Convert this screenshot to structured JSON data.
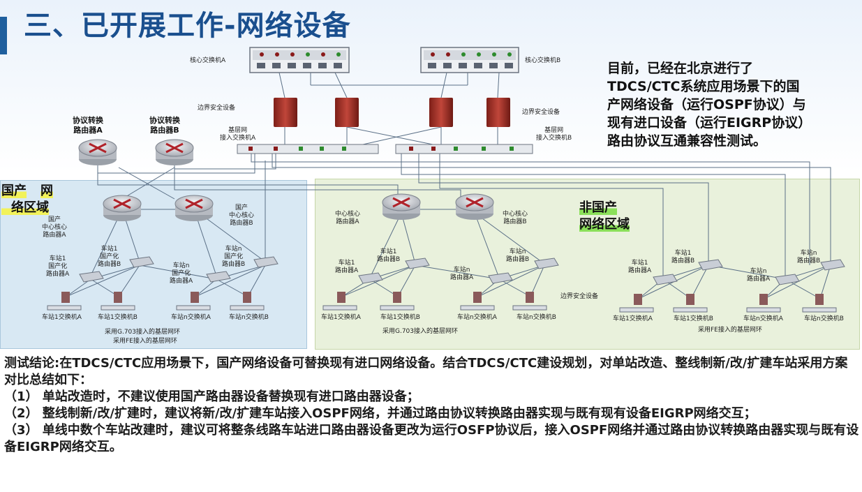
{
  "title": "三、已开展工作-网络设备",
  "note": "目前，已经在北京进行了\nTDCS/CTC系统应用场景下的国\n产网络设备（运行OSPF协议）与\n现有进口设备（运行EIGRP协议）\n路由协议互通兼容性测试。",
  "diagram": {
    "core_switch_a": "核心交换机A",
    "core_switch_b": "核心交换机B",
    "border_security_left": "边界安全设备",
    "border_security_right": "边界安全设备",
    "border_security_lower": "边界安全设备",
    "conv_router_a": "协议转换\n路由器A",
    "conv_router_b": "协议转换\n路由器B",
    "access_switch_a": "基层网\n接入交换机A",
    "access_switch_b": "基层网\n接入交换机B",
    "region_domestic_1": "国产",
    "region_domestic_2": "网",
    "region_domestic_3": "络区域",
    "region_import_1": "非国产",
    "region_import_2": "网络区域",
    "dom_core_a": "国产\n中心核心\n路由器A",
    "dom_core_b": "国产\n中心核心\n路由器B",
    "dom_st1_a": "车站1\n国产化\n路由器A",
    "dom_st1_b": "车站1\n国产化\n路由器B",
    "dom_stn_a": "车站n\n国产化\n路由器A",
    "dom_stn_b": "车站n\n国产化\n路由器B",
    "dom_sw1_a": "车站1交换机A",
    "dom_sw1_b": "车站1交换机B",
    "dom_swn_a": "车站n交换机A",
    "dom_swn_b": "车站n交换机B",
    "dom_ring_1": "采用G.703接入的基层网环",
    "dom_ring_2": "采用FE接入的基层网环",
    "imp_core_a": "中心核心\n路由器A",
    "imp_core_b": "中心核心\n路由器B",
    "imp_st1_a": "车站1\n路由器A",
    "imp_st1_b": "车站1\n路由器B",
    "imp_stn_a": "车站n\n路由器A",
    "imp_stn_b": "车站n\n路由器B",
    "imp_sw1_a": "车站1交换机A",
    "imp_sw1_b": "车站1交换机B",
    "imp_swn_a": "车站n交换机A",
    "imp_swn_b": "车站n交换机B",
    "imp_ring_1": "采用G.703接入的基层网环",
    "imp_r_st1_a": "车站1\n路由器A",
    "imp_r_st1_b": "车站1\n路由器B",
    "imp_r_stn_a": "车站n\n路由器A",
    "imp_r_stn_b": "车站n\n路由器B",
    "imp_r_sw1_a": "车站1交换机A",
    "imp_r_sw1_b": "车站1交换机B",
    "imp_r_swn_a": "车站n交换机A",
    "imp_r_swn_b": "车站n交换机B",
    "imp_ring_2": "采用FE接入的基层网环"
  },
  "conclusion": {
    "line1": "测试结论:在TDCS/CTC应用场景下，国产网络设备可替换现有进口网络设备。结合TDCS/CTC建设规划，对单站改造、整线制新/改/扩建车站采用方案对比总结如下：",
    "item1": "（1）  单站改造时，不建议使用国产路由器设备替换现有进口路由器设备；",
    "item2": "（2）  整线制新/改/扩建时，建议将新/改/扩建车站接入OSPF网络，并通过路由协议转换路由器实现与既有现有设备EIGRP网络交互；",
    "item3": "（3）  单线中数个车站改建时，建议可将整条线路车站进口路由器设备更改为运行OSFP协议后，接入OSPF网络并通过路由协议转换路由器实现与既有设备EIGRP网络交互。"
  },
  "colors": {
    "title": "#1a4f8e",
    "region_domestic": "#d8e8f3",
    "region_import": "#e9f1dc",
    "firewall": "#b03a2e",
    "router": "#c9ccd3",
    "link": "#5a6f86"
  }
}
